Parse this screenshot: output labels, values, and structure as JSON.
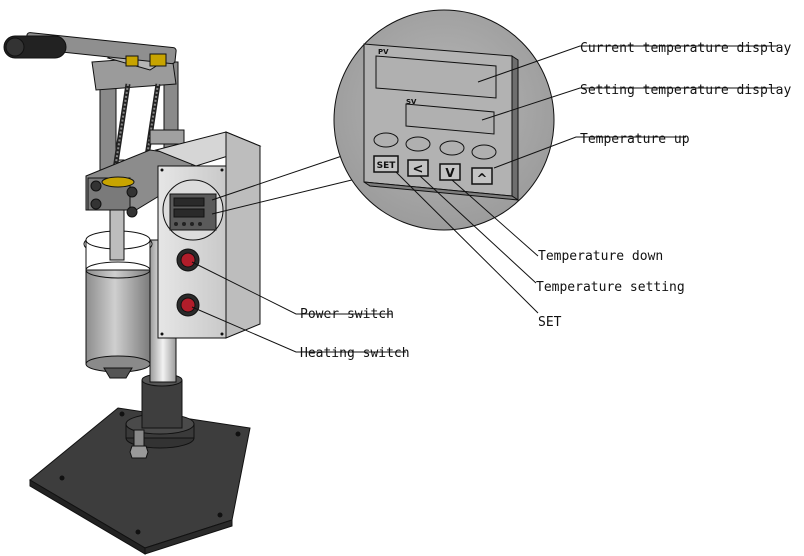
{
  "display": {
    "pv_label": "PV",
    "sv_label": "SV",
    "keys": {
      "set": "SET",
      "left": "<",
      "down": "V",
      "up": "^"
    }
  },
  "labels": {
    "current_temp": "Current temperature display",
    "setting_temp": "Setting temperature display",
    "temp_up": "Temperature up",
    "temp_down": "Temperature down",
    "temp_setting": "Temperature setting",
    "set": "SET",
    "power_switch": "Power switch",
    "heating_switch": "Heating switch"
  },
  "colors": {
    "outline": "#111111",
    "metal_light": "#d9d9d9",
    "metal_mid": "#a8a8a8",
    "metal_dark": "#6e6e6e",
    "base_dark": "#3b3b3b",
    "button_red": "#b11d2a",
    "zoom_bg": "#a9a9a9"
  }
}
